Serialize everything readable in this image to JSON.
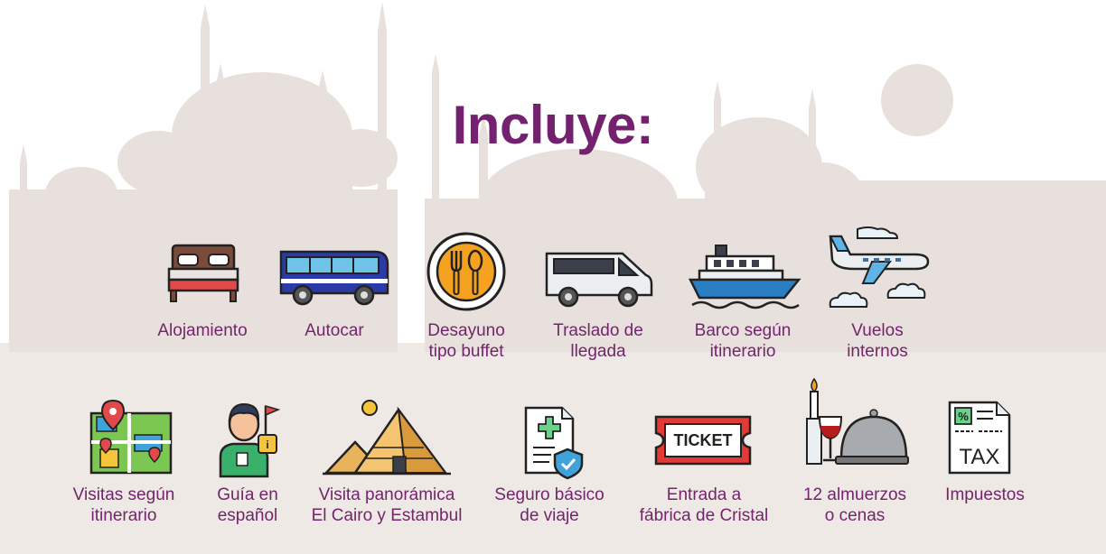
{
  "title": "Incluye:",
  "colors": {
    "title": "#74226f",
    "label": "#72256b",
    "background": "#efe9e6",
    "skyline": "#e7dfdb"
  },
  "row1": [
    {
      "icon": "bed-icon",
      "line1": "Alojamiento",
      "line2": ""
    },
    {
      "icon": "bus-icon",
      "line1": "Autocar",
      "line2": ""
    },
    {
      "icon": "plate-cutlery-icon",
      "line1": "Desayuno",
      "line2": "tipo buffet"
    },
    {
      "icon": "van-icon",
      "line1": "Traslado de",
      "line2": "llegada"
    },
    {
      "icon": "ship-icon",
      "line1": "Barco según",
      "line2": "itinerario"
    },
    {
      "icon": "airplane-icon",
      "line1": "Vuelos",
      "line2": "internos"
    }
  ],
  "row2": [
    {
      "icon": "map-icon",
      "line1": "Visitas según",
      "line2": "itinerario"
    },
    {
      "icon": "tour-guide-icon",
      "line1": "Guía en",
      "line2": "español"
    },
    {
      "icon": "pyramids-icon",
      "line1": "Visita panorámica",
      "line2": "El Cairo y Estambul"
    },
    {
      "icon": "insurance-document-icon",
      "line1": "Seguro básico",
      "line2": "de viaje"
    },
    {
      "icon": "ticket-icon",
      "line1": "Entrada a",
      "line2": "fábrica de Cristal"
    },
    {
      "icon": "dinner-icon",
      "line1": "12 almuerzos",
      "line2": "o cenas"
    },
    {
      "icon": "tax-document-icon",
      "line1": "Impuestos",
      "line2": ""
    }
  ],
  "ticket_text": "TICKET",
  "tax_text": "TAX"
}
